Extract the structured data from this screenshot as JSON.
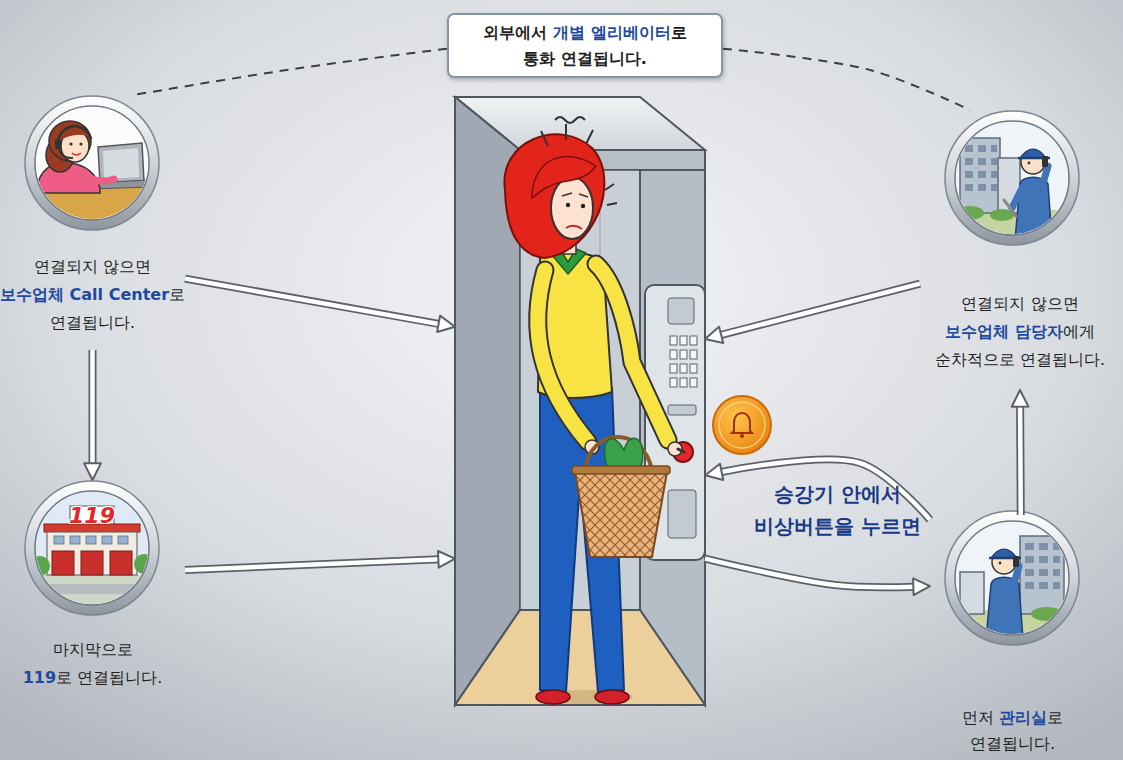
{
  "diagram": {
    "nodes": [
      {
        "text": [
          "외부에서 개별 엘리베이터로 통화 연결됩니다."
        ]
      },
      {
        "text": [
          "연결되지 않으면 보수업체 Call Center로 연결됩니다."
        ]
      },
      {
        "text": [
          "연결되지 않으면 보수업체 담당자에게 순차적으로 연결됩니다."
        ]
      },
      {
        "text": [
          "승강기 안에서 비상버튼을 누르면"
        ]
      },
      {
        "text": [
          "마지막으로 119로 연결됩니다."
        ]
      },
      {
        "text": [
          "먼저 관리실로 연결됩니다."
        ]
      }
    ],
    "edges": [
      {
        "from": 0,
        "to": 1,
        "arrow": "none"
      },
      {
        "from": 0,
        "to": 2,
        "arrow": "none"
      },
      {
        "from": 3,
        "to": 5,
        "arrow": "to"
      },
      {
        "from": 5,
        "to": 3,
        "arrow": "to"
      },
      {
        "from": 5,
        "to": 2,
        "arrow": "to"
      },
      {
        "from": 2,
        "to": 3,
        "arrow": "to"
      },
      {
        "from": 1,
        "to": 3,
        "arrow": "to"
      },
      {
        "from": 1,
        "to": 4,
        "arrow": "to"
      },
      {
        "from": 4,
        "to": 3,
        "arrow": "to"
      }
    ],
    "labels": [
      "119"
    ]
  }
}
